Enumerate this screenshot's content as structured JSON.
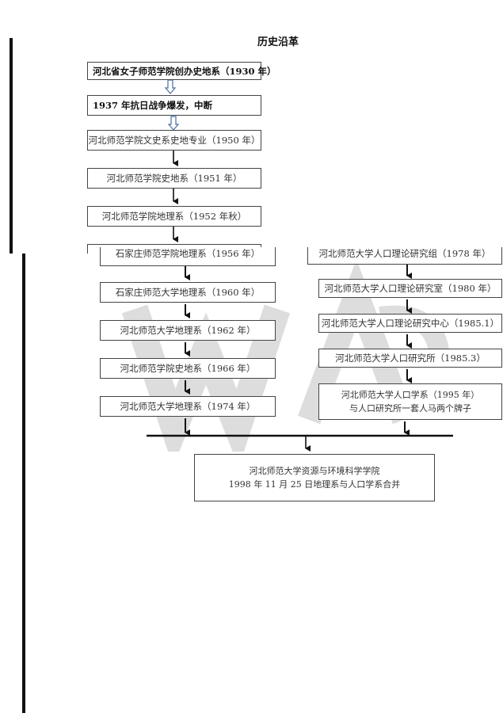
{
  "title": "历史沿革",
  "upper_boxes": [
    "河北省女子师范学院创办史地系（1930 年）",
    "1937 年抗日战争爆发，中断",
    "河北师范学院文史系史地专业（1950 年）",
    "河北师范学院史地系（1951 年）",
    "河北师范学院地理系（1952 年秋）"
  ],
  "left_column": [
    "石家庄师范学院地理系（1956 年）",
    "石家庄师范大学地理系（1960 年）",
    "河北师范大学地理系（1962 年）",
    "河北师范学院史地系（1966 年）",
    "河北师范大学地理系（1974 年）"
  ],
  "right_column": [
    "河北师范大学人口理论研究组（1978 年）",
    "河北师范大学人口理论研究室（1980 年）",
    "河北师范大学人口理论研究中心（1985.1）",
    "河北师范大学人口研究所（1985.3）"
  ],
  "right_last": {
    "line1": "河北师范大学人口学系（1995 年）",
    "line2": "与人口研究所一套人马两个牌子"
  },
  "final": {
    "line1": "河北师范大学资源与环境科学学院",
    "line2": "1998 年 11 月 25 日地理系与人口学系合并"
  }
}
